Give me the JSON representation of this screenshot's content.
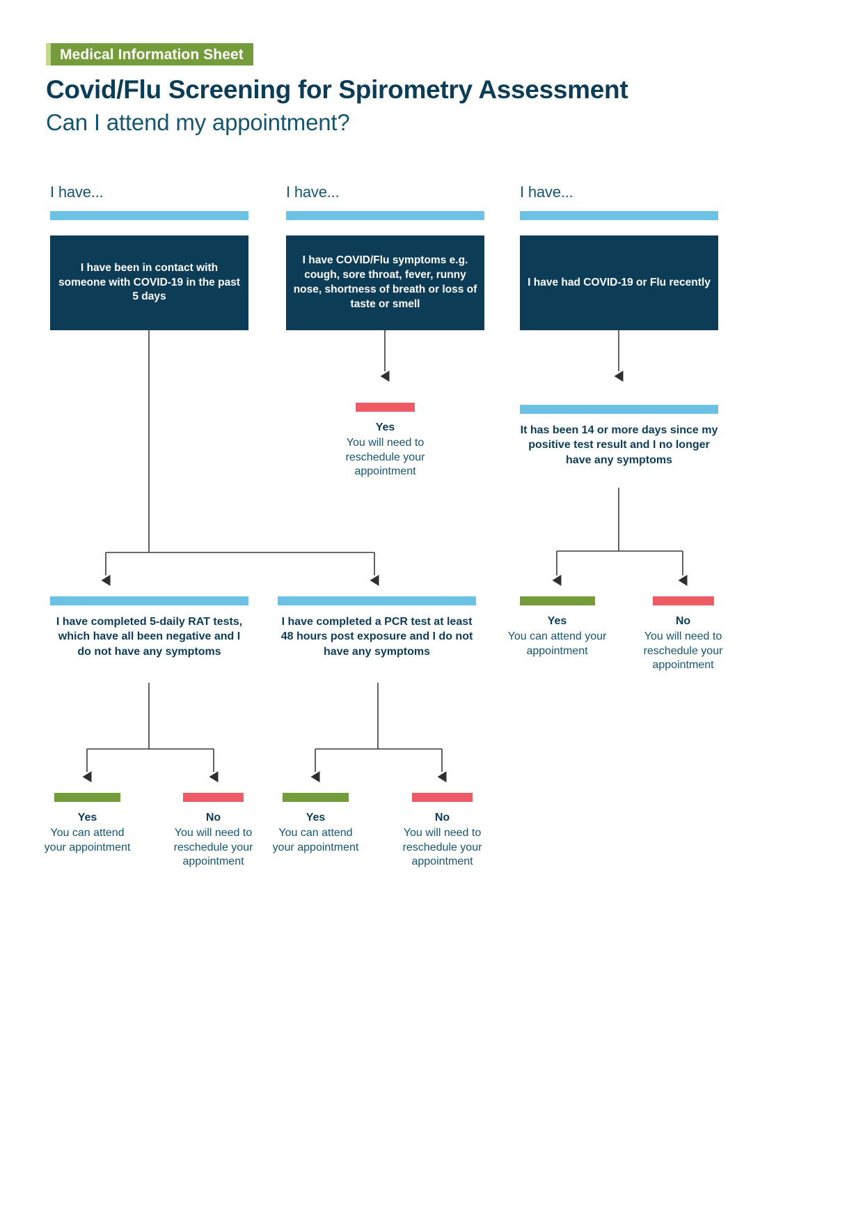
{
  "header": {
    "badge": "Medical Information Sheet",
    "title": "Covid/Flu Screening for Spirometry Assessment",
    "subtitle": "Can I attend my appointment?"
  },
  "colors": {
    "dark_navy": "#0d3c56",
    "light_blue": "#6cc2e4",
    "green": "#749c3b",
    "red": "#ee5b64",
    "badge_accent": "#c2d98d",
    "connector": "#3a3a3a"
  },
  "columns": [
    {
      "label": "I have...",
      "prompt": "I have been in contact with someone with COVID-19 in the past 5 days"
    },
    {
      "label": "I have...",
      "prompt": "I have COVID/Flu symptoms e.g. cough, sore throat, fever, runny nose, shortness of breath or loss of taste or smell"
    },
    {
      "label": "I have...",
      "prompt": "I have had COVID-19 or Flu recently"
    }
  ],
  "nodes": {
    "col2_outcome": {
      "bar": "red",
      "title": "Yes",
      "body": "You will need to reschedule your appointment"
    },
    "col3_statement": {
      "bar": "blue",
      "text": "It has been 14 or more days since my positive test result and I no longer have any symptoms"
    },
    "col3_yes": {
      "bar": "green",
      "title": "Yes",
      "body": "You can attend your appointment"
    },
    "col3_no": {
      "bar": "red",
      "title": "No",
      "body": "You will need to reschedule your appointment"
    },
    "col1_branch_left": {
      "bar": "blue",
      "text": "I have completed 5-daily RAT tests, which have all been negative and I do not have any symptoms"
    },
    "col1_branch_right": {
      "bar": "blue",
      "text": "I have completed a PCR test at least 48 hours post exposure and I do not have any symptoms"
    },
    "left_yes": {
      "bar": "green",
      "title": "Yes",
      "body": "You can attend your appointment"
    },
    "left_no": {
      "bar": "red",
      "title": "No",
      "body": "You will need to reschedule your appointment"
    },
    "right_yes": {
      "bar": "green",
      "title": "Yes",
      "body": "You can attend your appointment"
    },
    "right_no": {
      "bar": "red",
      "title": "No",
      "body": "You will need to reschedule your appointment"
    }
  }
}
